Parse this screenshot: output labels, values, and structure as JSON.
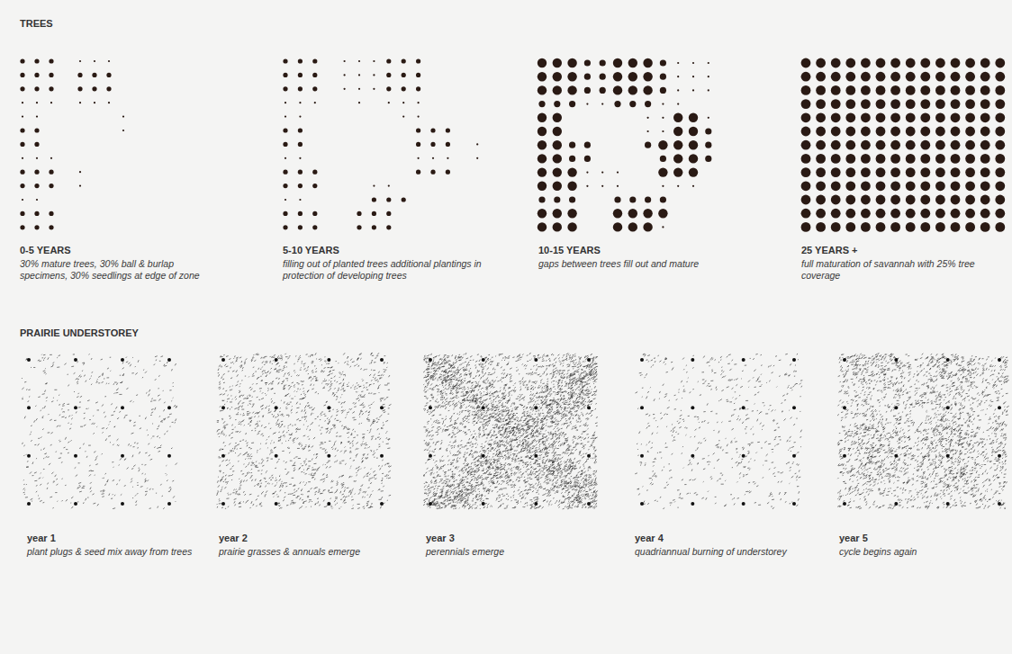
{
  "diagram": {
    "labels": [
      "TREES",
      "0-5 YEARS",
      "30% mature trees, 30% ball & burlap specimens, 30% seedlings at edge of zone",
      "5-10 YEARS",
      "filling out of planted trees additional plantings in protection of developing trees",
      "10-15 YEARS",
      "gaps between trees fill out and mature",
      "25 YEARS +",
      "full maturation of savannah with 25% tree coverage",
      "PRAIRIE UNDERSTOREY",
      "year 1",
      "plant plugs & seed mix away from trees",
      "year 2",
      "prairie grasses & annuals emerge",
      "year 3",
      "perennials emerge",
      "year 4",
      "quadriannual burning of understorey",
      "year 5",
      "cycle begins again"
    ]
  }
}
